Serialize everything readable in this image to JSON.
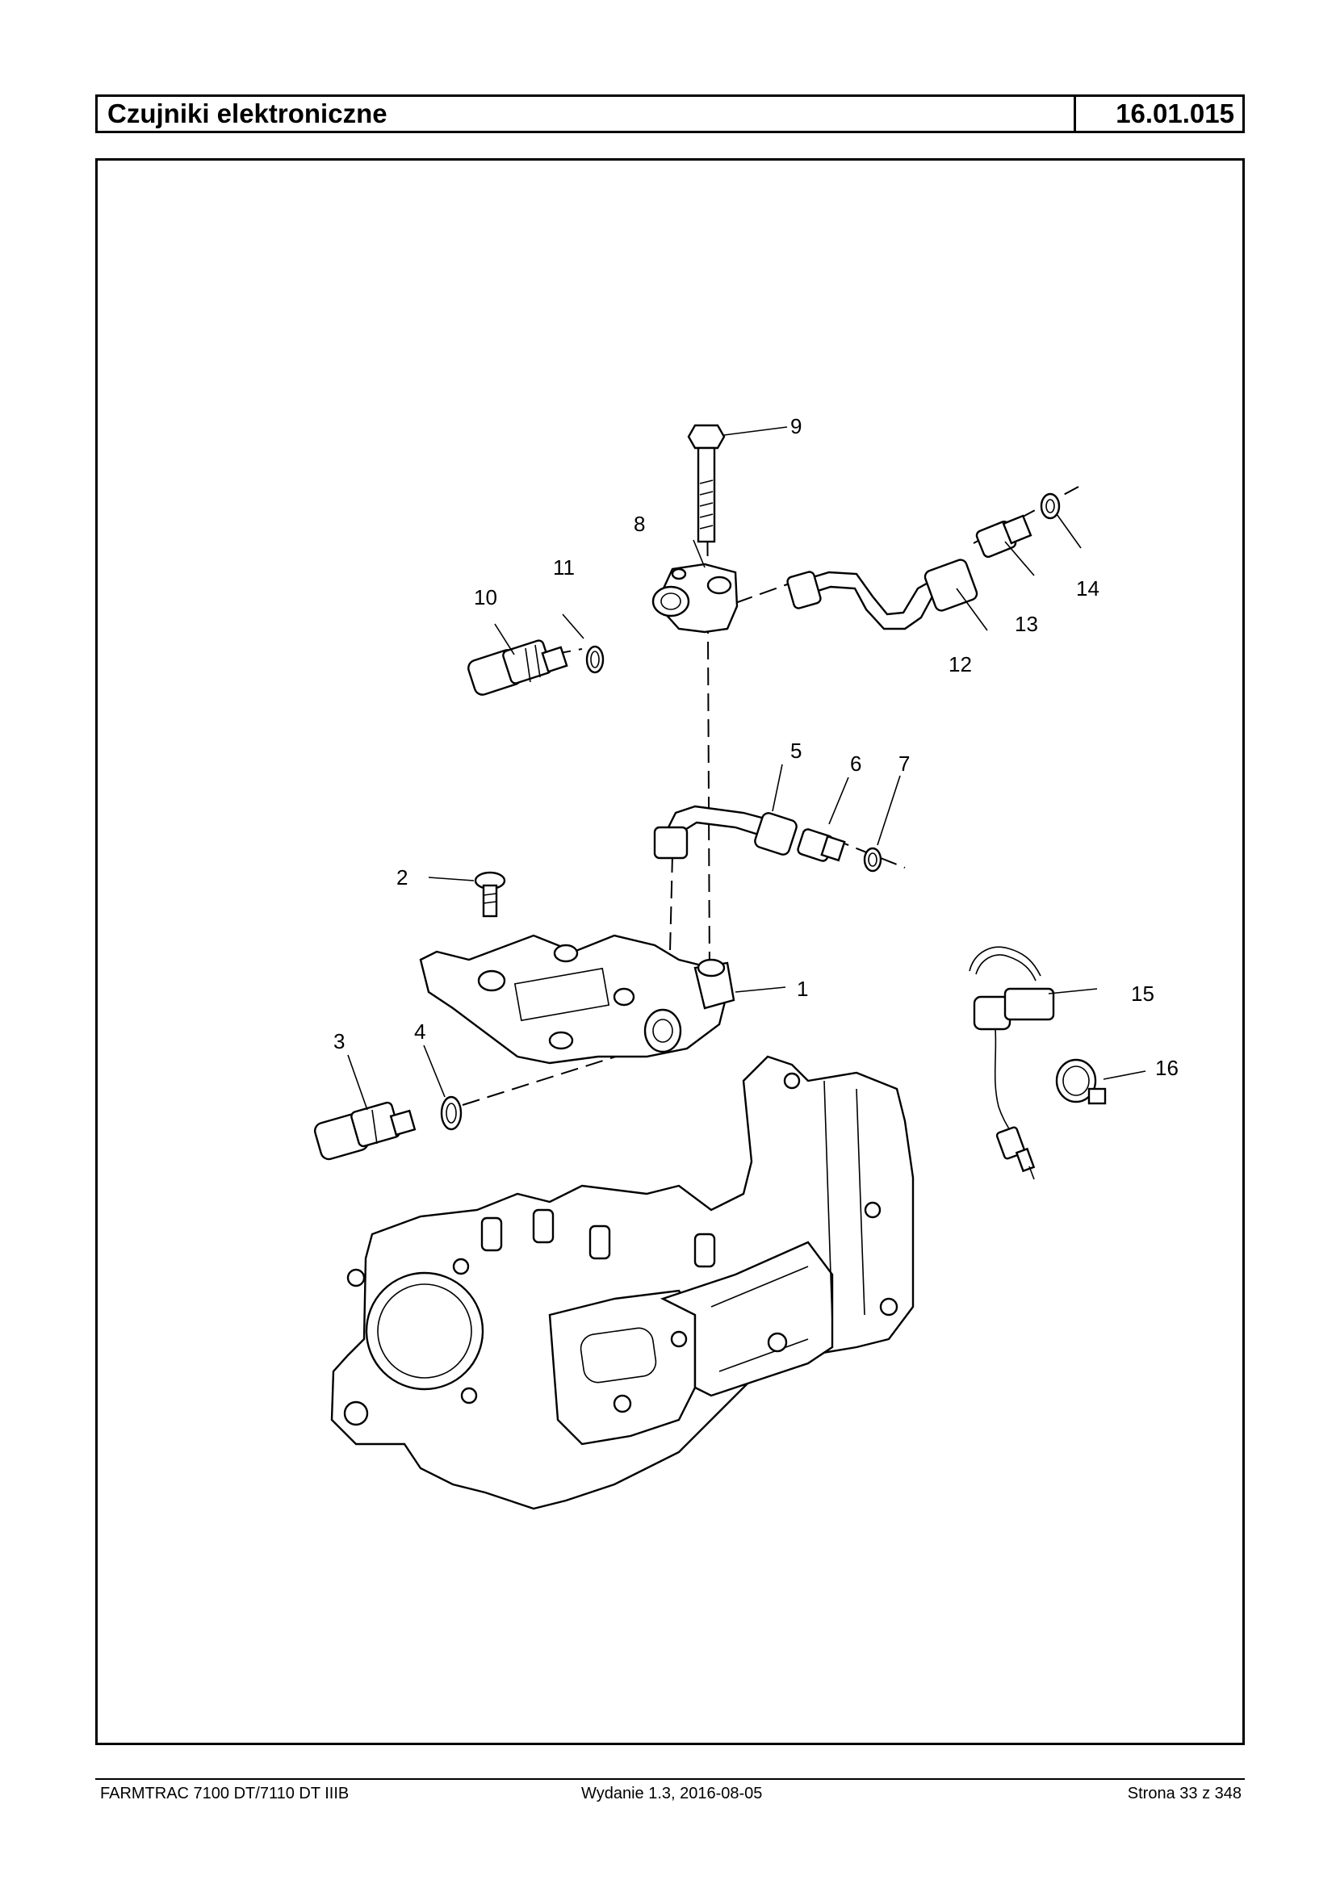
{
  "header": {
    "title": "Czujniki elektroniczne",
    "code": "16.01.015"
  },
  "figure": {
    "callouts": [
      "1",
      "2",
      "3",
      "4",
      "5",
      "6",
      "7",
      "8",
      "9",
      "10",
      "11",
      "12",
      "13",
      "14",
      "15",
      "16"
    ]
  },
  "footer": {
    "model": "FARMTRAC 7100 DT/7110 DT IIIB",
    "edition": "Wydanie 1.3,  2016-08-05",
    "page": "Strona 33 z 348"
  }
}
